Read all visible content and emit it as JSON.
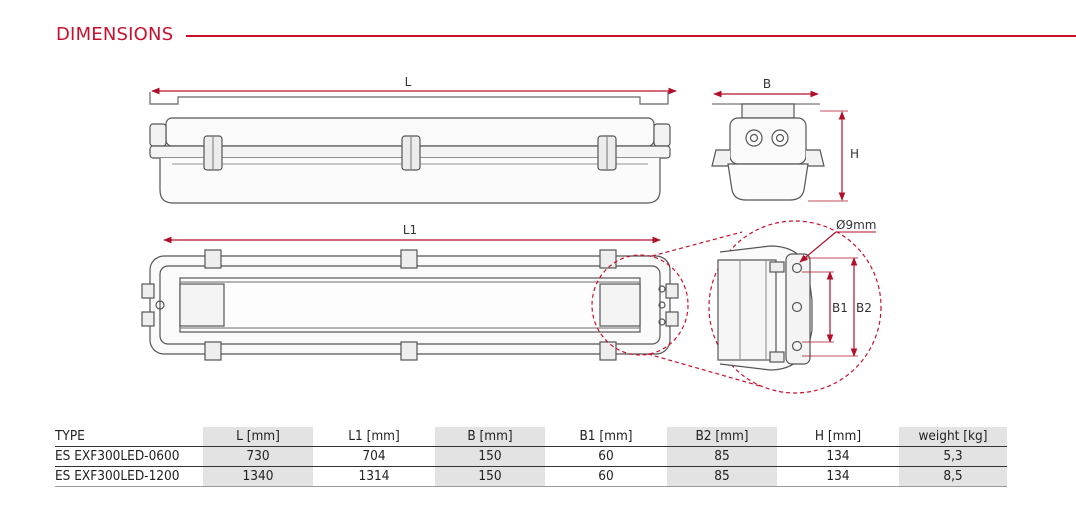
{
  "section": {
    "title": "DIMENSIONS",
    "accent_color": "#c8102e"
  },
  "drawing": {
    "labels": {
      "L": "L",
      "L1": "L1",
      "B": "B",
      "H": "H",
      "B1": "B1",
      "B2": "B2",
      "hole": "Ø9mm"
    }
  },
  "table": {
    "headers": [
      "TYPE",
      "L [mm]",
      "L1 [mm]",
      "B [mm]",
      "B1 [mm]",
      "B2 [mm]",
      "H [mm]",
      "weight [kg]"
    ],
    "rows": [
      [
        "ES EXF300LED-0600",
        "730",
        "704",
        "150",
        "60",
        "85",
        "134",
        "5,3"
      ],
      [
        "ES EXF300LED-1200",
        "1340",
        "1314",
        "150",
        "60",
        "85",
        "134",
        "8,5"
      ]
    ]
  }
}
